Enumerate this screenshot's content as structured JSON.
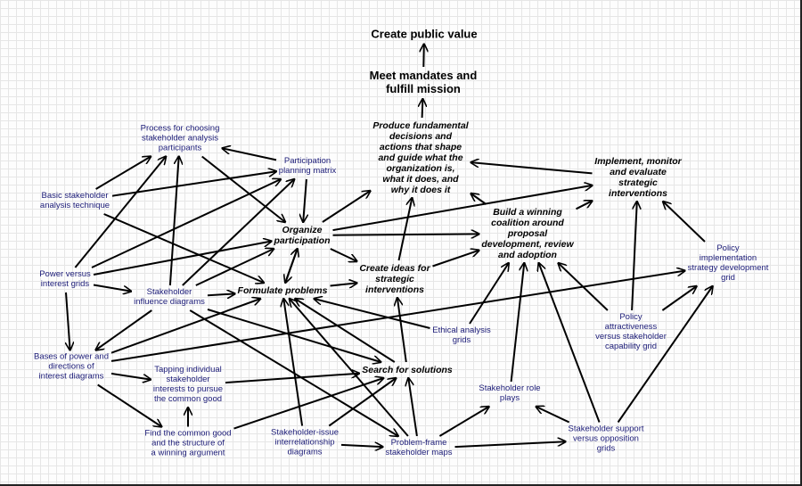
{
  "nodes": [
    {
      "id": "create_value",
      "kind": "main",
      "lines": [
        "Create public value"
      ]
    },
    {
      "id": "meet_mandates",
      "kind": "main",
      "lines": [
        "Meet mandates and",
        "fulfill mission"
      ]
    },
    {
      "id": "produce_decisions",
      "kind": "proc",
      "lines": [
        "Produce fundamental",
        "decisions and",
        "actions that shape",
        "and guide what the",
        "organization is,",
        "what it does, and",
        "why it does it"
      ]
    },
    {
      "id": "implement",
      "kind": "proc",
      "lines": [
        "Implement, monitor",
        "and evaluate",
        "strategic",
        "interventions"
      ]
    },
    {
      "id": "build_coalition",
      "kind": "proc",
      "lines": [
        "Build a winning",
        "coalition around",
        "proposal",
        "development, review",
        "and adoption"
      ]
    },
    {
      "id": "organize_participation",
      "kind": "proc",
      "lines": [
        "Organize",
        "participation"
      ]
    },
    {
      "id": "create_ideas",
      "kind": "proc",
      "lines": [
        "Create ideas for",
        "strategic",
        "interventions"
      ]
    },
    {
      "id": "formulate_problems",
      "kind": "proc",
      "lines": [
        "Formulate problems"
      ]
    },
    {
      "id": "search_solutions",
      "kind": "proc",
      "lines": [
        "Search for solutions"
      ]
    },
    {
      "id": "process_choosing",
      "kind": "tech",
      "lines": [
        "Process for choosing",
        "stakeholder analysis",
        "participants"
      ]
    },
    {
      "id": "participation_matrix",
      "kind": "tech",
      "lines": [
        "Participation",
        "planning matrix"
      ]
    },
    {
      "id": "basic_technique",
      "kind": "tech",
      "lines": [
        "Basic stakeholder",
        "analysis technique"
      ]
    },
    {
      "id": "power_interest",
      "kind": "tech",
      "lines": [
        "Power versus",
        "interest grids"
      ]
    },
    {
      "id": "influence_diagrams",
      "kind": "tech",
      "lines": [
        "Stakeholder",
        "influence diagrams"
      ]
    },
    {
      "id": "bases_power",
      "kind": "tech",
      "lines": [
        "Bases of power and",
        "directions of",
        "interest diagrams"
      ]
    },
    {
      "id": "tapping",
      "kind": "tech",
      "lines": [
        "Tapping individual",
        "stakeholder",
        "interests to pursue",
        "the common good"
      ]
    },
    {
      "id": "common_good",
      "kind": "tech",
      "lines": [
        "Find the common good",
        "and the structure of",
        "a winning argument"
      ]
    },
    {
      "id": "issue_interrelationship",
      "kind": "tech",
      "lines": [
        "Stakeholder-issue",
        "interrelationship",
        "diagrams"
      ]
    },
    {
      "id": "problem_frame",
      "kind": "tech",
      "lines": [
        "Problem-frame",
        "stakeholder maps"
      ]
    },
    {
      "id": "ethical_grids",
      "kind": "tech",
      "lines": [
        "Ethical analysis",
        "grids"
      ]
    },
    {
      "id": "role_plays",
      "kind": "tech",
      "lines": [
        "Stakeholder role",
        "plays"
      ]
    },
    {
      "id": "support_opposition",
      "kind": "tech",
      "lines": [
        "Stakeholder support",
        "versus opposition",
        "grids"
      ]
    },
    {
      "id": "policy_attractiveness",
      "kind": "tech",
      "lines": [
        "Policy",
        "attractiveness",
        "versus stakeholder",
        "capability grid"
      ]
    },
    {
      "id": "policy_implementation",
      "kind": "tech",
      "lines": [
        "Policy",
        "implementation",
        "strategy development",
        "grid"
      ]
    }
  ],
  "edges": [
    [
      "meet_mandates",
      "create_value"
    ],
    [
      "produce_decisions",
      "meet_mandates"
    ],
    [
      "implement",
      "produce_decisions"
    ],
    [
      "build_coalition",
      "produce_decisions"
    ],
    [
      "build_coalition",
      "implement"
    ],
    [
      "organize_participation",
      "produce_decisions"
    ],
    [
      "organize_participation",
      "implement"
    ],
    [
      "organize_participation",
      "build_coalition"
    ],
    [
      "organize_participation",
      "create_ideas"
    ],
    [
      "organize_participation",
      "formulate_problems"
    ],
    [
      "formulate_problems",
      "organize_participation"
    ],
    [
      "formulate_problems",
      "create_ideas"
    ],
    [
      "create_ideas",
      "produce_decisions"
    ],
    [
      "create_ideas",
      "build_coalition"
    ],
    [
      "search_solutions",
      "create_ideas"
    ],
    [
      "search_solutions",
      "formulate_problems"
    ],
    [
      "process_choosing",
      "organize_participation"
    ],
    [
      "participation_matrix",
      "process_choosing"
    ],
    [
      "participation_matrix",
      "organize_participation"
    ],
    [
      "basic_technique",
      "process_choosing"
    ],
    [
      "basic_technique",
      "participation_matrix"
    ],
    [
      "basic_technique",
      "formulate_problems"
    ],
    [
      "power_interest",
      "process_choosing"
    ],
    [
      "power_interest",
      "participation_matrix"
    ],
    [
      "power_interest",
      "organize_participation"
    ],
    [
      "power_interest",
      "influence_diagrams"
    ],
    [
      "power_interest",
      "bases_power"
    ],
    [
      "influence_diagrams",
      "process_choosing"
    ],
    [
      "influence_diagrams",
      "participation_matrix"
    ],
    [
      "influence_diagrams",
      "organize_participation"
    ],
    [
      "influence_diagrams",
      "formulate_problems"
    ],
    [
      "influence_diagrams",
      "bases_power"
    ],
    [
      "influence_diagrams",
      "search_solutions"
    ],
    [
      "influence_diagrams",
      "problem_frame"
    ],
    [
      "bases_power",
      "formulate_problems"
    ],
    [
      "bases_power",
      "tapping"
    ],
    [
      "bases_power",
      "common_good"
    ],
    [
      "bases_power",
      "policy_implementation"
    ],
    [
      "tapping",
      "search_solutions"
    ],
    [
      "common_good",
      "tapping"
    ],
    [
      "common_good",
      "search_solutions"
    ],
    [
      "issue_interrelationship",
      "formulate_problems"
    ],
    [
      "issue_interrelationship",
      "search_solutions"
    ],
    [
      "issue_interrelationship",
      "problem_frame"
    ],
    [
      "problem_frame",
      "formulate_problems"
    ],
    [
      "problem_frame",
      "search_solutions"
    ],
    [
      "problem_frame",
      "role_plays"
    ],
    [
      "problem_frame",
      "support_opposition"
    ],
    [
      "ethical_grids",
      "formulate_problems"
    ],
    [
      "ethical_grids",
      "build_coalition"
    ],
    [
      "role_plays",
      "build_coalition"
    ],
    [
      "support_opposition",
      "role_plays"
    ],
    [
      "support_opposition",
      "build_coalition"
    ],
    [
      "support_opposition",
      "policy_implementation"
    ],
    [
      "policy_attractiveness",
      "build_coalition"
    ],
    [
      "policy_attractiveness",
      "implement"
    ],
    [
      "policy_attractiveness",
      "policy_implementation"
    ],
    [
      "policy_implementation",
      "implement"
    ]
  ]
}
